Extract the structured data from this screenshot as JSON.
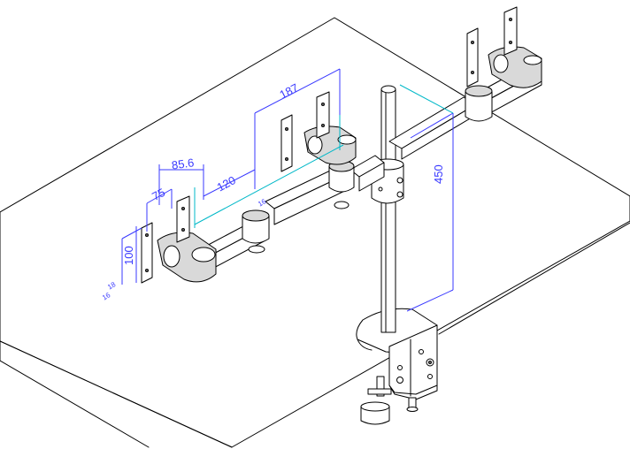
{
  "colors": {
    "line": "#000000",
    "dimension": "#3a3aff",
    "center_line": "#00b8c8",
    "part_fill": "#d9d9d9",
    "background": "#ffffff"
  },
  "dimensions": {
    "pitch_horizontal": "187",
    "pitch_clamp": "85.6",
    "offset_120": "120",
    "vesa_75": "75",
    "height_450": "450",
    "bracket_100": "100",
    "tilt_18": "18",
    "small_a": "16",
    "small_b": "16"
  }
}
